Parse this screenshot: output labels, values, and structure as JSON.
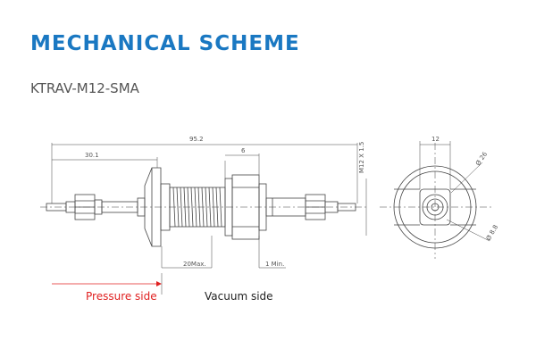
{
  "title": "MECHANICAL SCHEME",
  "part_number": "KTRAV-M12-SMA",
  "dimensions": {
    "overall_length": "95.2",
    "left_length": "30.1",
    "nut_width": "6",
    "thread": "M12 X 1.5",
    "pressure_length": "20Max.",
    "vacuum_length": "1 Min.",
    "end_width": "12",
    "diameter_large": "Ø 26",
    "diameter_small": "Ø 8.8"
  },
  "labels": {
    "pressure_side": "Pressure side",
    "vacuum_side": "Vacuum side"
  },
  "colors": {
    "title": "#1a78c2",
    "pressure": "#e02020",
    "line": "#444444"
  }
}
